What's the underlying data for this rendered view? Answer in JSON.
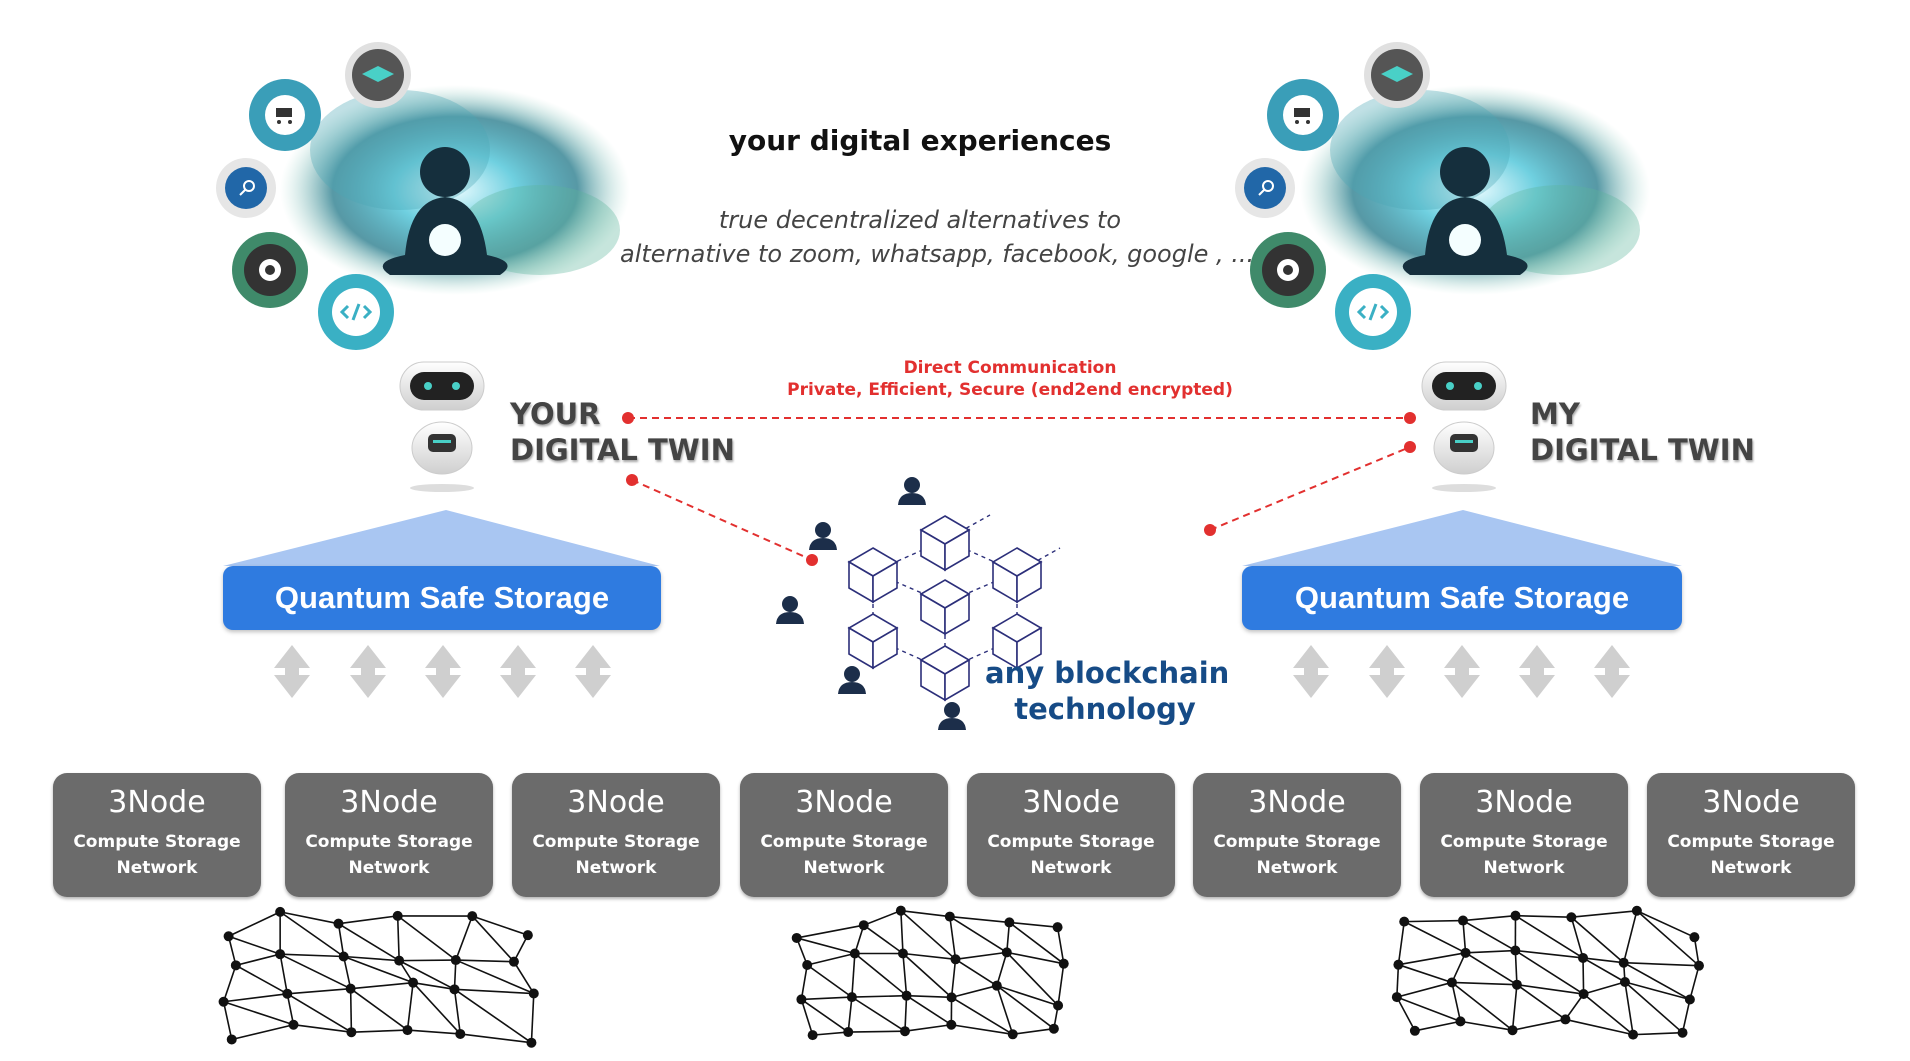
{
  "header": {
    "title": "your digital experiences",
    "subtitle_line1": "true decentralized alternatives to",
    "subtitle_line2": "alternative to zoom, whatsapp, facebook, google , ..."
  },
  "communication": {
    "line1": "Direct Communication",
    "line2": "Private, Efficient, Secure (end2end encrypted)"
  },
  "twins": {
    "left": {
      "line1": "YOUR",
      "line2": "DIGITAL TWIN"
    },
    "right": {
      "line1": "MY",
      "line2": "DIGITAL TWIN"
    }
  },
  "storage": {
    "left_label": "Quantum Safe Storage",
    "right_label": "Quantum Safe Storage"
  },
  "blockchain": {
    "line1": "any blockchain",
    "line2": "technology"
  },
  "nodes": [
    {
      "title": "3Node",
      "line1": "Compute Storage",
      "line2": "Network"
    },
    {
      "title": "3Node",
      "line1": "Compute Storage",
      "line2": "Network"
    },
    {
      "title": "3Node",
      "line1": "Compute Storage",
      "line2": "Network"
    },
    {
      "title": "3Node",
      "line1": "Compute Storage",
      "line2": "Network"
    },
    {
      "title": "3Node",
      "line1": "Compute Storage",
      "line2": "Network"
    },
    {
      "title": "3Node",
      "line1": "Compute Storage",
      "line2": "Network"
    },
    {
      "title": "3Node",
      "line1": "Compute Storage",
      "line2": "Network"
    },
    {
      "title": "3Node",
      "line1": "Compute Storage",
      "line2": "Network"
    }
  ],
  "icons": [
    "graduation-cap-icon",
    "shopping-cart-icon",
    "search-icon",
    "gear-icon",
    "code-icon",
    "robot-icon",
    "user-icon",
    "cube-icon"
  ],
  "colors": {
    "accent_red": "#e2302f",
    "storage_blue": "#2f7be0",
    "pyramid_blue": "#a9c6f2",
    "node_gray": "#6b6b6b",
    "chain_blue": "#164b86"
  }
}
